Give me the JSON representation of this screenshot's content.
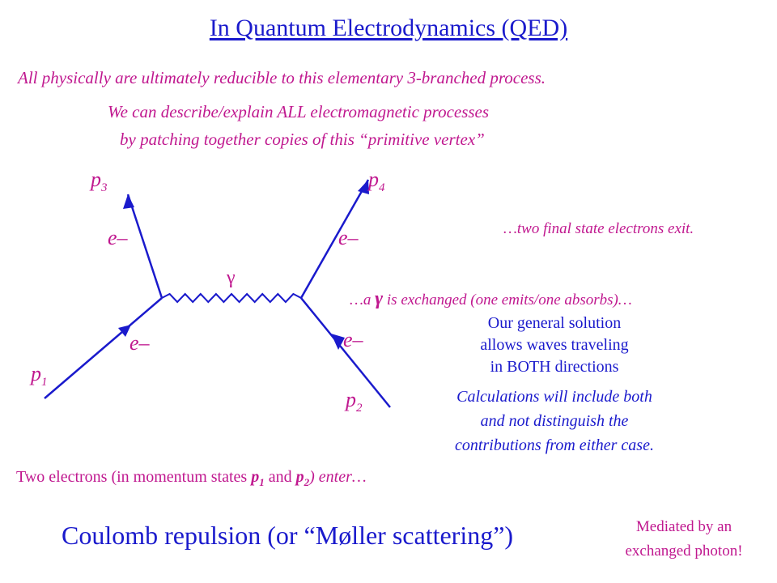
{
  "title": "In Quantum Electrodynamics (QED)",
  "intro_line1": "All physically are ultimately reducible to this elementary 3-branched process.",
  "intro_line2": "We can describe/explain ALL electromagnetic processes",
  "intro_line3": "by patching together copies of this “primitive vertex”",
  "diagram": {
    "p1": "p",
    "p1_sub": "1",
    "p2": "p",
    "p2_sub": "2",
    "p3": "p",
    "p3_sub": "3",
    "p4": "p",
    "p4_sub": "4",
    "electron": "e–",
    "photon": "γ"
  },
  "note_final": "…two final state electrons exit.",
  "note_exchange_pre": "…a",
  "note_exchange_gamma": "γ",
  "note_exchange_post": "is exchanged (one emits/one absorbs)…",
  "general_solution": [
    "Our general solution",
    "allows waves traveling",
    "in BOTH directions"
  ],
  "calculations": [
    "Calculations will include both",
    "and not distinguish the",
    "contributions from either case."
  ],
  "enter": {
    "pre": "Two electrons (in momentum states",
    "p": "p",
    "sub1": "1",
    "and": "and",
    "sub2": "2",
    "post": ") enter…"
  },
  "coulomb": "Coulomb repulsion (or “Møller scattering”)",
  "mediated": [
    "Mediated by an",
    "exchanged photon!"
  ],
  "colors": {
    "blue": "#1a1acc",
    "magenta": "#c0188f"
  }
}
